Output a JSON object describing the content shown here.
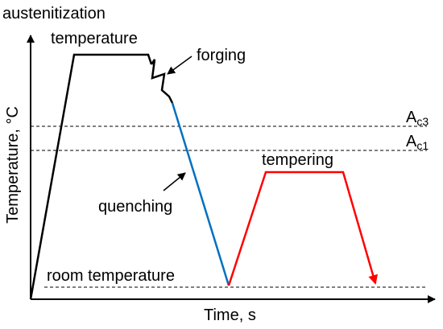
{
  "labels": {
    "austenitization_line1": "austenitization",
    "austenitization_line2": "temperature",
    "forging": "forging",
    "ac3_main": "A",
    "ac3_sub": "c3",
    "ac1_main": "A",
    "ac1_sub": "c1",
    "tempering": "tempering",
    "quenching": "quenching",
    "room_temperature": "room temperature",
    "y_axis": "Temperature, °C",
    "x_axis": "Time, s"
  },
  "colors": {
    "heating_and_hold": "#000000",
    "quenching": "#0070c0",
    "tempering": "#ff0000",
    "axes": "#000000",
    "reference_lines": "#000000"
  }
}
